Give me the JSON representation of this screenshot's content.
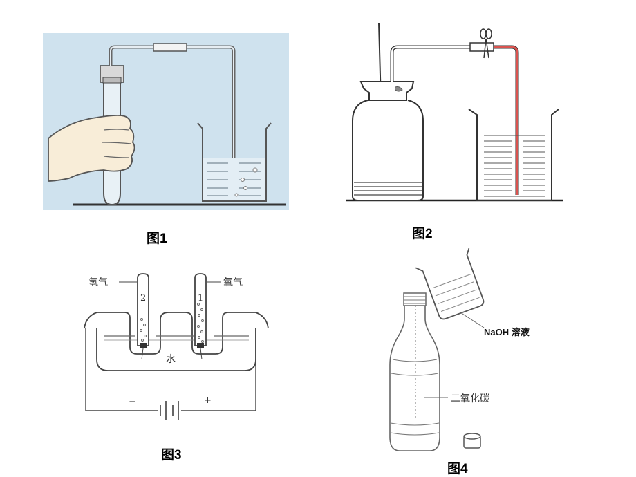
{
  "figures": [
    {
      "caption": "图1"
    },
    {
      "caption": "图2"
    },
    {
      "caption": "图3",
      "labels": {
        "hydrogen": "氢气",
        "oxygen": "氧气",
        "water": "水",
        "tube_left": "2",
        "tube_right": "1",
        "minus": "−",
        "plus": "+"
      }
    },
    {
      "caption": "图4",
      "labels": {
        "naoh": "NaOH 溶液",
        "co2": "二氧化碳"
      }
    }
  ],
  "colors": {
    "fig1_bg": "#cfe2ee",
    "outline": "#555555",
    "red_column": "#d9534f"
  }
}
